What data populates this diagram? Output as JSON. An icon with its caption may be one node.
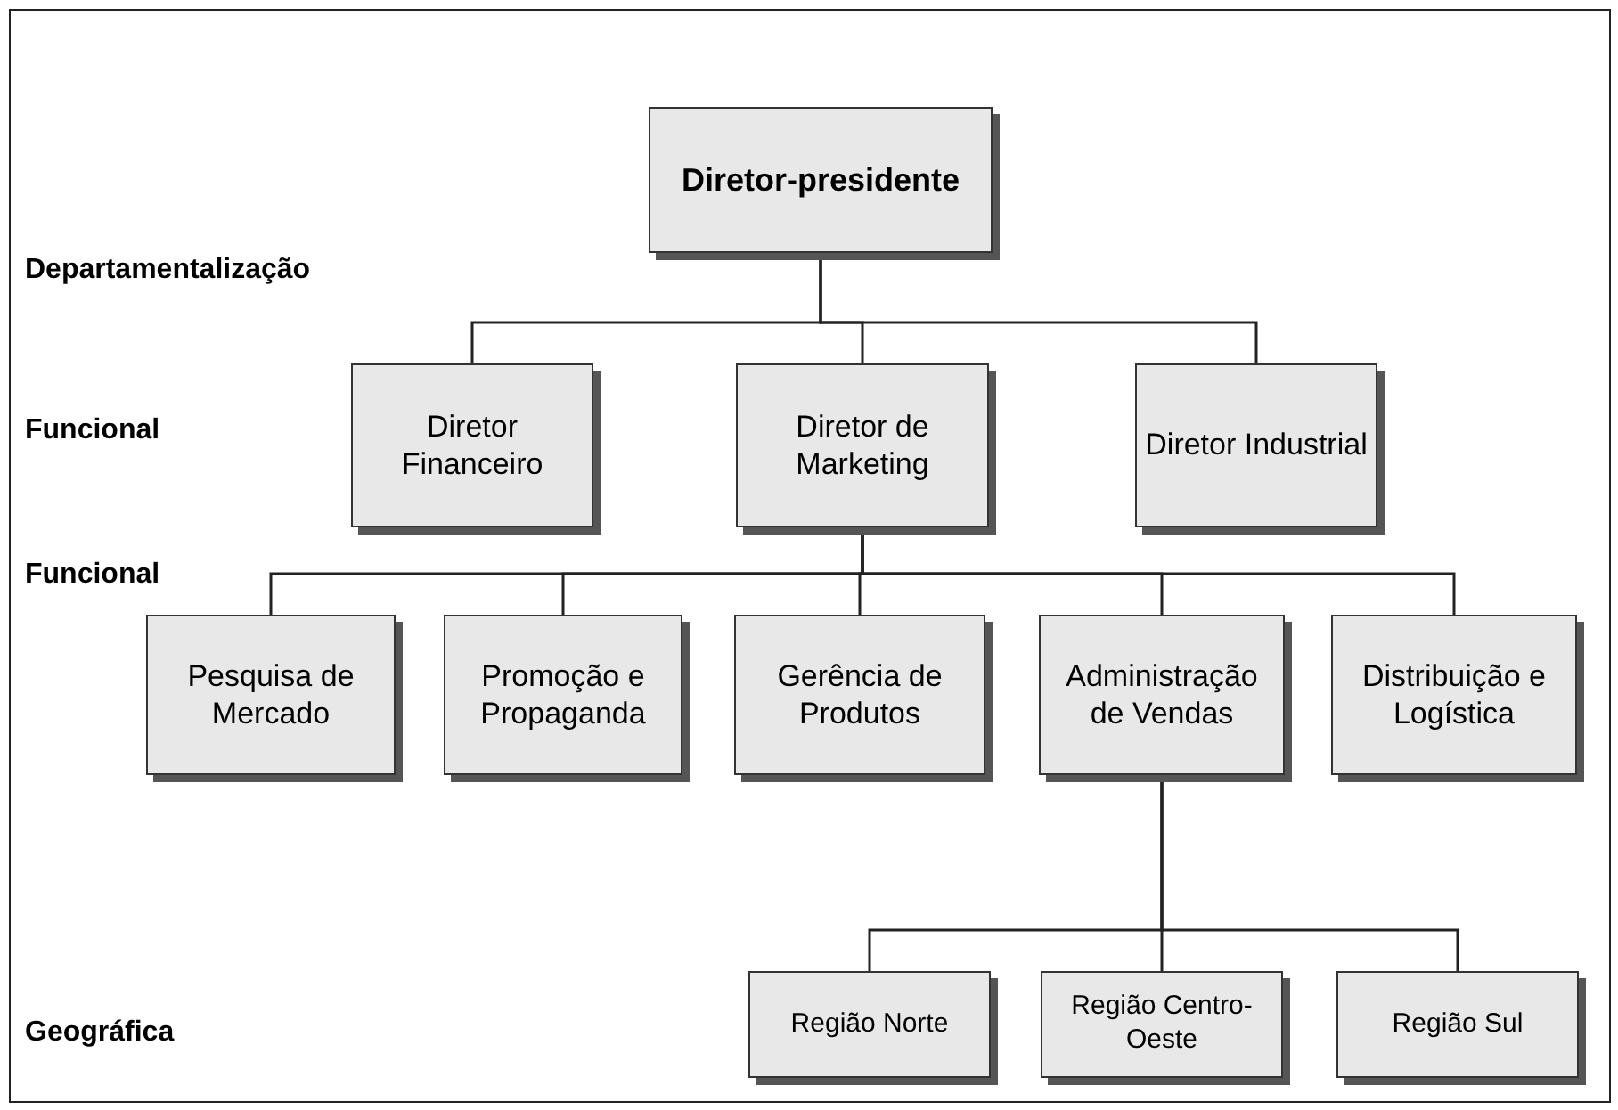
{
  "diagram": {
    "nodes": [
      {
        "text": [
          "Diretor-presidente"
        ]
      },
      {
        "text": [
          "Diretor Financeiro"
        ]
      },
      {
        "text": [
          "Diretor de Marketing"
        ]
      },
      {
        "text": [
          "Diretor Industrial"
        ]
      },
      {
        "text": [
          "Pesquisa de Mercado"
        ]
      },
      {
        "text": [
          "Promoção e Propaganda"
        ]
      },
      {
        "text": [
          "Gerência de Produtos"
        ]
      },
      {
        "text": [
          "Administração de Vendas"
        ]
      },
      {
        "text": [
          "Distribuição e Logística"
        ]
      },
      {
        "text": [
          "Região Norte"
        ]
      },
      {
        "text": [
          "Região Centro-Oeste"
        ]
      },
      {
        "text": [
          "Região Sul"
        ]
      }
    ],
    "edges": [
      {
        "from": 0,
        "to": 1,
        "arrow": "none"
      },
      {
        "from": 0,
        "to": 2,
        "arrow": "none"
      },
      {
        "from": 0,
        "to": 3,
        "arrow": "none"
      },
      {
        "from": 2,
        "to": 4,
        "arrow": "none"
      },
      {
        "from": 2,
        "to": 5,
        "arrow": "none"
      },
      {
        "from": 2,
        "to": 6,
        "arrow": "none"
      },
      {
        "from": 2,
        "to": 7,
        "arrow": "none"
      },
      {
        "from": 2,
        "to": 8,
        "arrow": "none"
      },
      {
        "from": 7,
        "to": 9,
        "arrow": "none"
      },
      {
        "from": 7,
        "to": 10,
        "arrow": "none"
      },
      {
        "from": 7,
        "to": 11,
        "arrow": "none"
      }
    ],
    "labels": [
      "Departamentalização",
      "Funcional",
      "Funcional",
      "Geográfica"
    ]
  }
}
